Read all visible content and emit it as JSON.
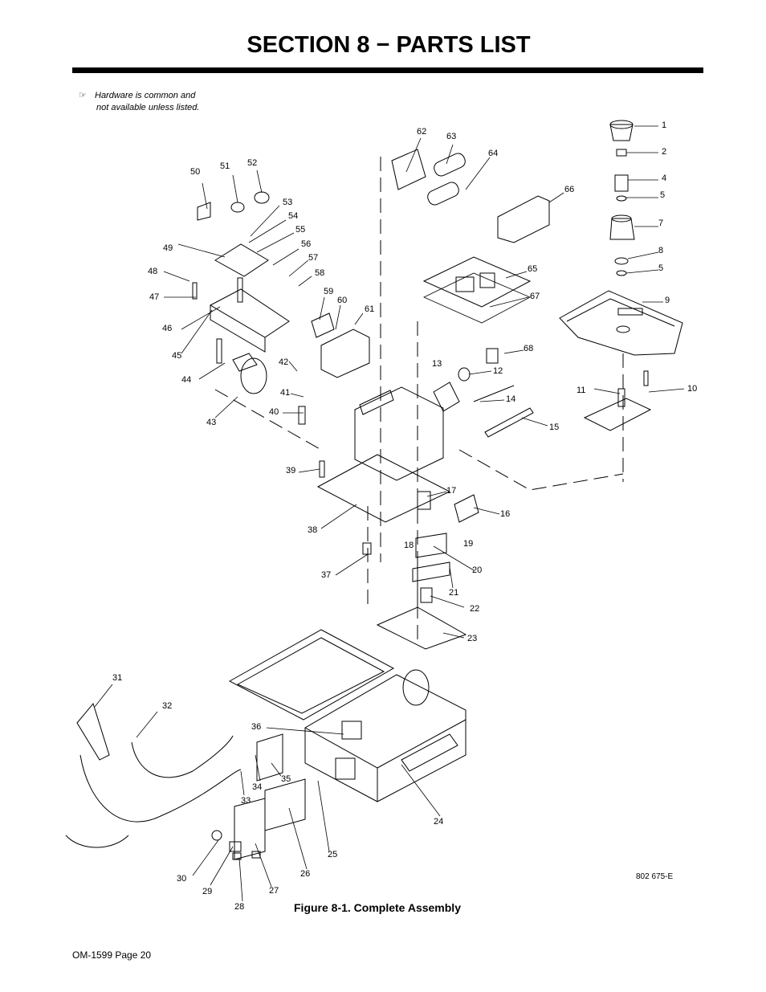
{
  "header": {
    "title": "SECTION 8 − PARTS LIST"
  },
  "note": {
    "icon": "pointing-hand-icon",
    "line1": "Hardware is common and",
    "line2": "not available unless listed."
  },
  "figure": {
    "caption": "Figure 8-1. Complete Assembly",
    "drawing_number": "802 675-E"
  },
  "footer": {
    "page_label": "OM-1599 Page 20"
  },
  "callouts": [
    {
      "id": "c1",
      "label": "1"
    },
    {
      "id": "c2",
      "label": "2"
    },
    {
      "id": "c4",
      "label": "4"
    },
    {
      "id": "c5a",
      "label": "5"
    },
    {
      "id": "c7",
      "label": "7"
    },
    {
      "id": "c8",
      "label": "8"
    },
    {
      "id": "c5b",
      "label": "5"
    },
    {
      "id": "c9",
      "label": "9"
    },
    {
      "id": "c10",
      "label": "10"
    },
    {
      "id": "c11",
      "label": "11"
    },
    {
      "id": "c12",
      "label": "12"
    },
    {
      "id": "c13",
      "label": "13"
    },
    {
      "id": "c14",
      "label": "14"
    },
    {
      "id": "c15",
      "label": "15"
    },
    {
      "id": "c16",
      "label": "16"
    },
    {
      "id": "c17",
      "label": "17"
    },
    {
      "id": "c18",
      "label": "18"
    },
    {
      "id": "c19",
      "label": "19"
    },
    {
      "id": "c20",
      "label": "20"
    },
    {
      "id": "c21",
      "label": "21"
    },
    {
      "id": "c22",
      "label": "22"
    },
    {
      "id": "c23",
      "label": "23"
    },
    {
      "id": "c24",
      "label": "24"
    },
    {
      "id": "c25",
      "label": "25"
    },
    {
      "id": "c26",
      "label": "26"
    },
    {
      "id": "c27",
      "label": "27"
    },
    {
      "id": "c28",
      "label": "28"
    },
    {
      "id": "c29",
      "label": "29"
    },
    {
      "id": "c30",
      "label": "30"
    },
    {
      "id": "c31",
      "label": "31"
    },
    {
      "id": "c32",
      "label": "32"
    },
    {
      "id": "c33",
      "label": "33"
    },
    {
      "id": "c34",
      "label": "34"
    },
    {
      "id": "c35",
      "label": "35"
    },
    {
      "id": "c36",
      "label": "36"
    },
    {
      "id": "c37",
      "label": "37"
    },
    {
      "id": "c38",
      "label": "38"
    },
    {
      "id": "c39",
      "label": "39"
    },
    {
      "id": "c40",
      "label": "40"
    },
    {
      "id": "c41",
      "label": "41"
    },
    {
      "id": "c42",
      "label": "42"
    },
    {
      "id": "c43",
      "label": "43"
    },
    {
      "id": "c44",
      "label": "44"
    },
    {
      "id": "c45",
      "label": "45"
    },
    {
      "id": "c46",
      "label": "46"
    },
    {
      "id": "c47",
      "label": "47"
    },
    {
      "id": "c48",
      "label": "48"
    },
    {
      "id": "c49",
      "label": "49"
    },
    {
      "id": "c50",
      "label": "50"
    },
    {
      "id": "c51",
      "label": "51"
    },
    {
      "id": "c52",
      "label": "52"
    },
    {
      "id": "c53",
      "label": "53"
    },
    {
      "id": "c54",
      "label": "54"
    },
    {
      "id": "c55",
      "label": "55"
    },
    {
      "id": "c56",
      "label": "56"
    },
    {
      "id": "c57",
      "label": "57"
    },
    {
      "id": "c58",
      "label": "58"
    },
    {
      "id": "c59",
      "label": "59"
    },
    {
      "id": "c60",
      "label": "60"
    },
    {
      "id": "c61",
      "label": "61"
    },
    {
      "id": "c62",
      "label": "62"
    },
    {
      "id": "c63",
      "label": "63"
    },
    {
      "id": "c64",
      "label": "64"
    },
    {
      "id": "c65",
      "label": "65"
    },
    {
      "id": "c66",
      "label": "66"
    },
    {
      "id": "c67",
      "label": "67"
    },
    {
      "id": "c68",
      "label": "68"
    }
  ]
}
